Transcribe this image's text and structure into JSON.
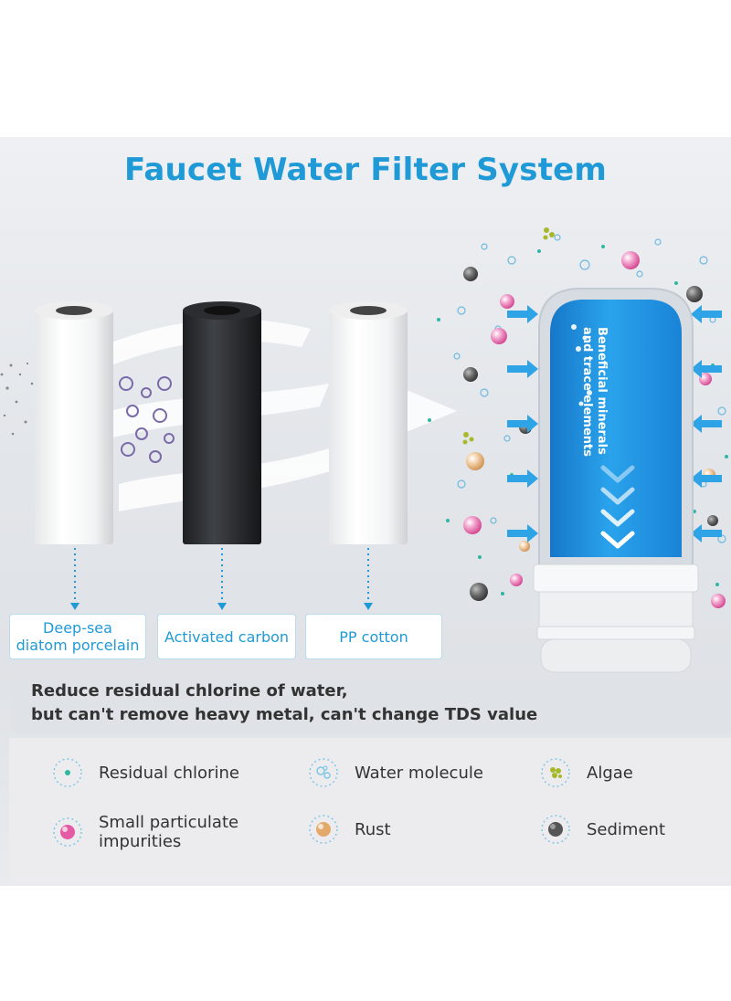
{
  "title": "Faucet Water Filter System",
  "filter_text": "Beneficial minerals and trace elements",
  "filter_text_lines": [
    "Beneficial minerals",
    "and trace elements"
  ],
  "layers": [
    {
      "label": "Deep-sea diatom porcelain",
      "lines": [
        "Deep-sea",
        "diatom porcelain"
      ]
    },
    {
      "label": "Activated carbon",
      "lines": [
        "Activated carbon"
      ]
    },
    {
      "label": "PP cotton",
      "lines": [
        "PP cotton"
      ]
    }
  ],
  "note": {
    "line1": "Reduce residual chlorine of water,",
    "line2": "but can't remove heavy metal, can't change TDS value"
  },
  "legend": [
    {
      "icon": "residual-chlorine-icon",
      "lines": [
        "Residual chlorine"
      ],
      "color": "#2fb7a4"
    },
    {
      "icon": "water-molecule-icon",
      "lines": [
        "Water molecule"
      ],
      "color": "#7fc7e6"
    },
    {
      "icon": "algae-icon",
      "lines": [
        "Algae"
      ],
      "color": "#a7b92a"
    },
    {
      "icon": "small-particulate-icon",
      "lines": [
        "Small particulate",
        "impurities"
      ],
      "color": "#e35aa5"
    },
    {
      "icon": "rust-icon",
      "lines": [
        "Rust"
      ],
      "color": "#e2a96a"
    },
    {
      "icon": "sediment-icon",
      "lines": [
        "Sediment"
      ],
      "color": "#555555"
    }
  ],
  "colors": {
    "accent": "#1f9ad6",
    "filter_blue": "#1e90df",
    "text": "#333333"
  }
}
